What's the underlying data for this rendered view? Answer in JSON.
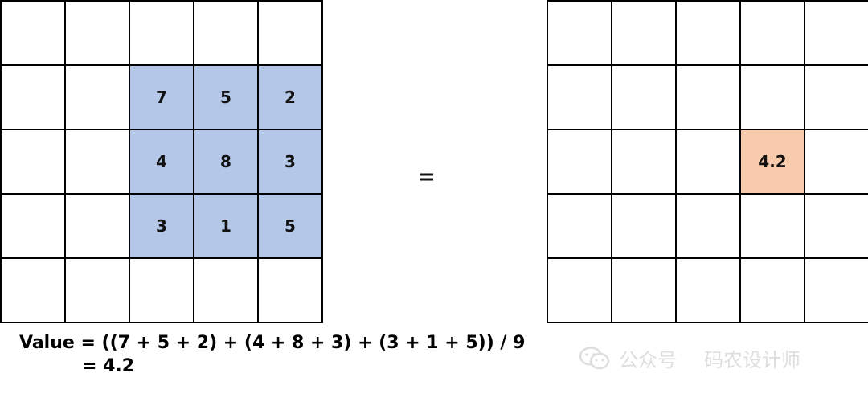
{
  "left_grid": {
    "rows": [
      [
        "",
        "",
        "",
        "",
        ""
      ],
      [
        "",
        "",
        "7",
        "5",
        "2"
      ],
      [
        "",
        "",
        "4",
        "8",
        "3"
      ],
      [
        "",
        "",
        "3",
        "1",
        "5"
      ],
      [
        "",
        "",
        "",
        "",
        ""
      ]
    ],
    "highlight": {
      "row_start": 1,
      "row_end": 3,
      "col_start": 2,
      "col_end": 4,
      "color": "#b4c7e7"
    }
  },
  "equals_sign": "=",
  "right_grid": {
    "rows": [
      [
        "",
        "",
        "",
        "",
        ""
      ],
      [
        "",
        "",
        "",
        "",
        ""
      ],
      [
        "",
        "",
        "",
        "4.2",
        ""
      ],
      [
        "",
        "",
        "",
        "",
        ""
      ],
      [
        "",
        "",
        "",
        "",
        ""
      ]
    ],
    "highlight": {
      "row": 2,
      "col": 3,
      "color": "#f8cbad"
    }
  },
  "formula": {
    "line1": "Value = ((7 + 5 + 2) + (4 + 8 + 3) + (3 + 1 + 5)) / 9",
    "line2": "= 4.2"
  },
  "watermark": {
    "left_text": "公众号",
    "right_text": "码农设计师",
    "icon": "wechat-icon"
  }
}
